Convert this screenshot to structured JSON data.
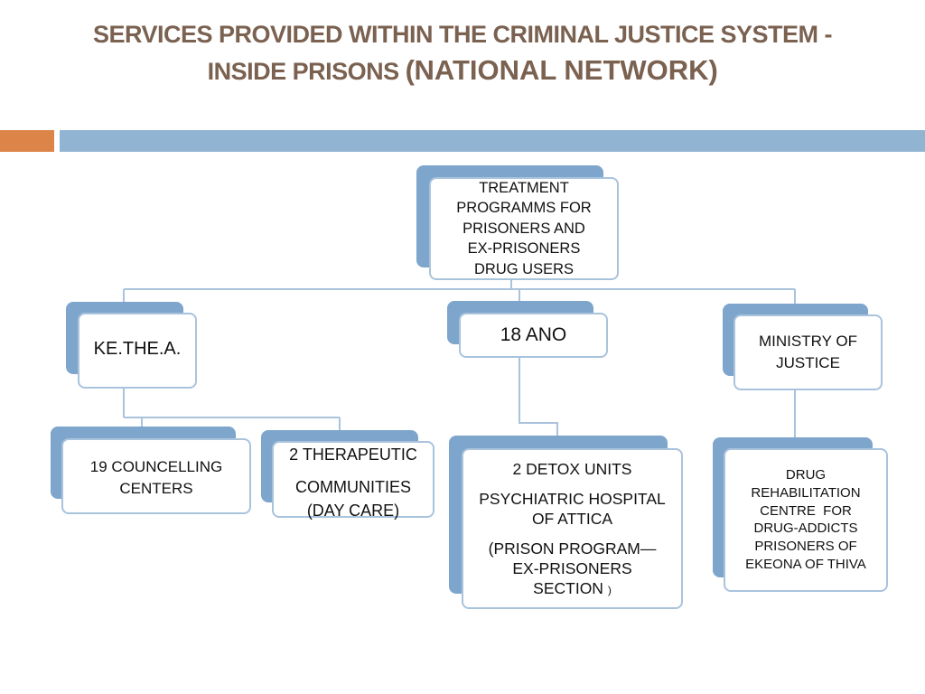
{
  "title": {
    "line1": "SERVICES PROVIDED WITHIN THE CRIMINAL JUSTICE SYSTEM -",
    "line2_prefix": "INSIDE PRISONS ",
    "line2_paren_open": "(",
    "line2_emphasis": "NATIONAL NETWORK",
    "line2_paren_close": ")"
  },
  "root": {
    "lines": [
      "TREATMENT",
      "PROGRAMMS FOR",
      "PRISONERS AND",
      "EX-PRISONERS",
      "DRUG USERS"
    ]
  },
  "level1": {
    "kethea": "KE.THE.A.",
    "ano": "18 ANO",
    "ministry": [
      "MINISTRY OF",
      "JUSTICE"
    ]
  },
  "level2": {
    "councelling": [
      "19 COUNCELLING",
      "CENTERS"
    ],
    "therapeutic": [
      "2 THERAPEUTIC",
      "COMMUNITIES",
      "(DAY CARE)"
    ],
    "detox": {
      "line1": "2 DETOX UNITS",
      "line2": [
        "PSYCHIATRIC HOSPITAL",
        "OF ATTICA"
      ],
      "line3": [
        "(PRISON PROGRAM—",
        "EX-PRISONERS",
        "SECTION"
      ],
      "close": ")"
    },
    "rehab": [
      "DRUG",
      "REHABILITATION",
      "CENTRE  FOR",
      "DRUG-ADDICTS",
      "PRISONERS OF",
      "EKEONA OF THIVA"
    ]
  }
}
